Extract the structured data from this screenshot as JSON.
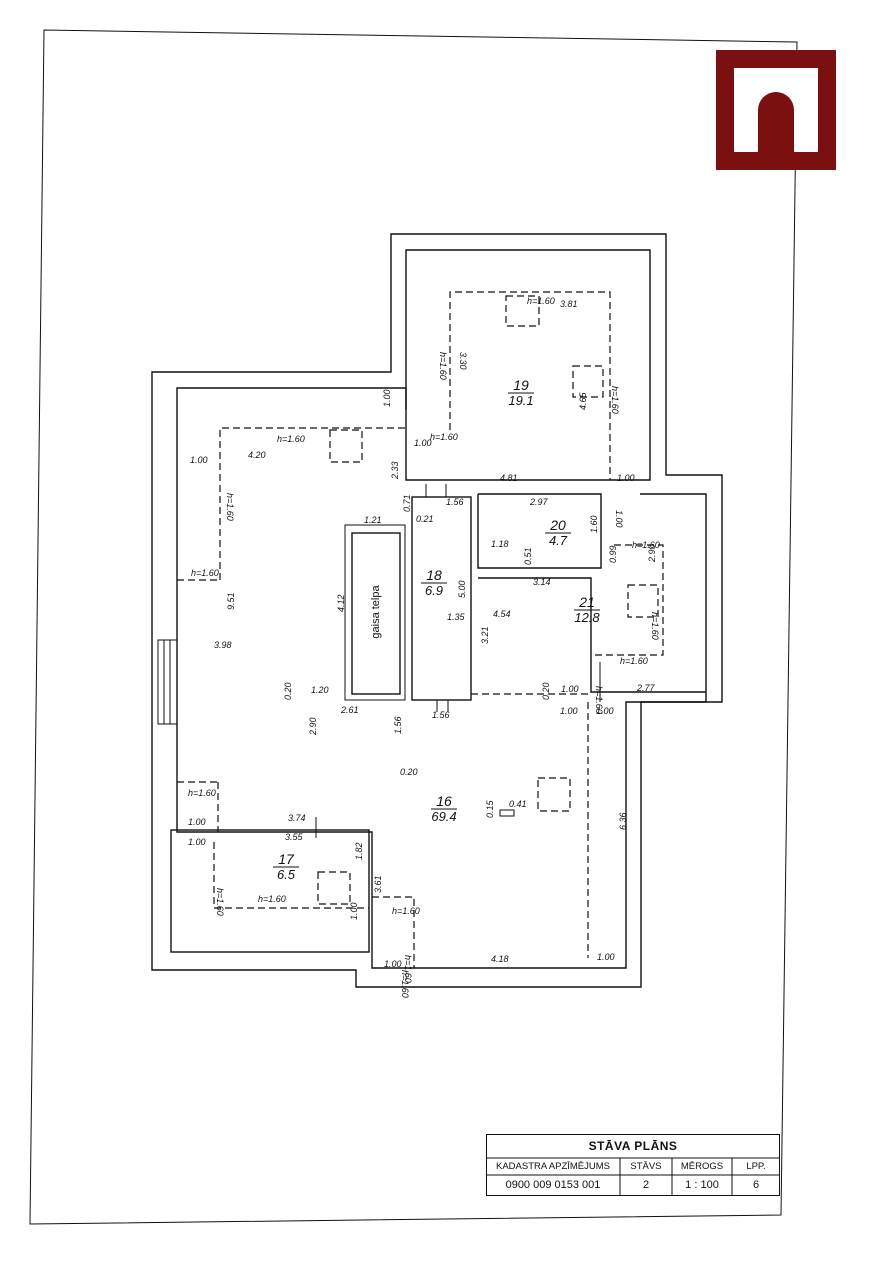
{
  "rooms": [
    {
      "number": "19",
      "area": "19.1"
    },
    {
      "number": "20",
      "area": "4.7"
    },
    {
      "number": "18",
      "area": "6.9"
    },
    {
      "number": "21",
      "area": "12.8"
    },
    {
      "number": "16",
      "area": "69.4"
    },
    {
      "number": "17",
      "area": "6.5"
    }
  ],
  "special_label": "gaisa telpa",
  "dimensions": [
    {
      "t": "h=1.60"
    },
    {
      "t": "3.81"
    },
    {
      "t": "h=1.60"
    },
    {
      "t": "3.30"
    },
    {
      "t": "4.65"
    },
    {
      "t": "h=1.60"
    },
    {
      "t": "1.00"
    },
    {
      "t": "1.00"
    },
    {
      "t": "h=1.60"
    },
    {
      "t": "4.81"
    },
    {
      "t": "1.00"
    },
    {
      "t": "h=1.60"
    },
    {
      "t": "1.00"
    },
    {
      "t": "4.20"
    },
    {
      "t": "h=1.60"
    },
    {
      "t": "2.33"
    },
    {
      "t": "0.71"
    },
    {
      "t": "0.21"
    },
    {
      "t": "1.56"
    },
    {
      "t": "2.97"
    },
    {
      "t": "1.00"
    },
    {
      "t": "1.21"
    },
    {
      "t": "1.18"
    },
    {
      "t": "0.51"
    },
    {
      "t": "1.60"
    },
    {
      "t": "h=1.60"
    },
    {
      "t": "0.99"
    },
    {
      "t": "2.90"
    },
    {
      "t": "3.14"
    },
    {
      "t": "h=1.60"
    },
    {
      "t": "9.51"
    },
    {
      "t": "4.12"
    },
    {
      "t": "5.00"
    },
    {
      "t": "1.35"
    },
    {
      "t": "4.54"
    },
    {
      "t": "3.21"
    },
    {
      "t": "h=1.60"
    },
    {
      "t": "3.98"
    },
    {
      "t": "h=1.60"
    },
    {
      "t": "h=1.60"
    },
    {
      "t": "0.20"
    },
    {
      "t": "1.20"
    },
    {
      "t": "2.61"
    },
    {
      "t": "1.56"
    },
    {
      "t": "0.20"
    },
    {
      "t": "1.00"
    },
    {
      "t": "2.77"
    },
    {
      "t": "1.00"
    },
    {
      "t": "1.00"
    },
    {
      "t": "2.90"
    },
    {
      "t": "1.56"
    },
    {
      "t": "0.20"
    },
    {
      "t": "h=1.60"
    },
    {
      "t": "0.41"
    },
    {
      "t": "0.15"
    },
    {
      "t": "6.36"
    },
    {
      "t": "1.00"
    },
    {
      "t": "3.74"
    },
    {
      "t": "3.55"
    },
    {
      "t": "1.00"
    },
    {
      "t": "1.82"
    },
    {
      "t": "h=1.60"
    },
    {
      "t": "h=1.60"
    },
    {
      "t": "3.61"
    },
    {
      "t": "h=1.60"
    },
    {
      "t": "1.00"
    },
    {
      "t": "h=1.60"
    },
    {
      "t": "h=1.60"
    },
    {
      "t": "1.00"
    },
    {
      "t": "4.18"
    },
    {
      "t": "1.00"
    }
  ],
  "title_block": {
    "title": "STĀVA PLĀNS",
    "headers": [
      "KADASTRA APZĪMĒJUMS",
      "STĀVS",
      "MĒROGS",
      "LPP."
    ],
    "values": [
      "0900 009 0153 001",
      "2",
      "1 : 100",
      "6"
    ]
  },
  "colors": {
    "logo": "#7a1010",
    "ink": "#111111"
  },
  "logo_icon": "arch-logo-icon"
}
